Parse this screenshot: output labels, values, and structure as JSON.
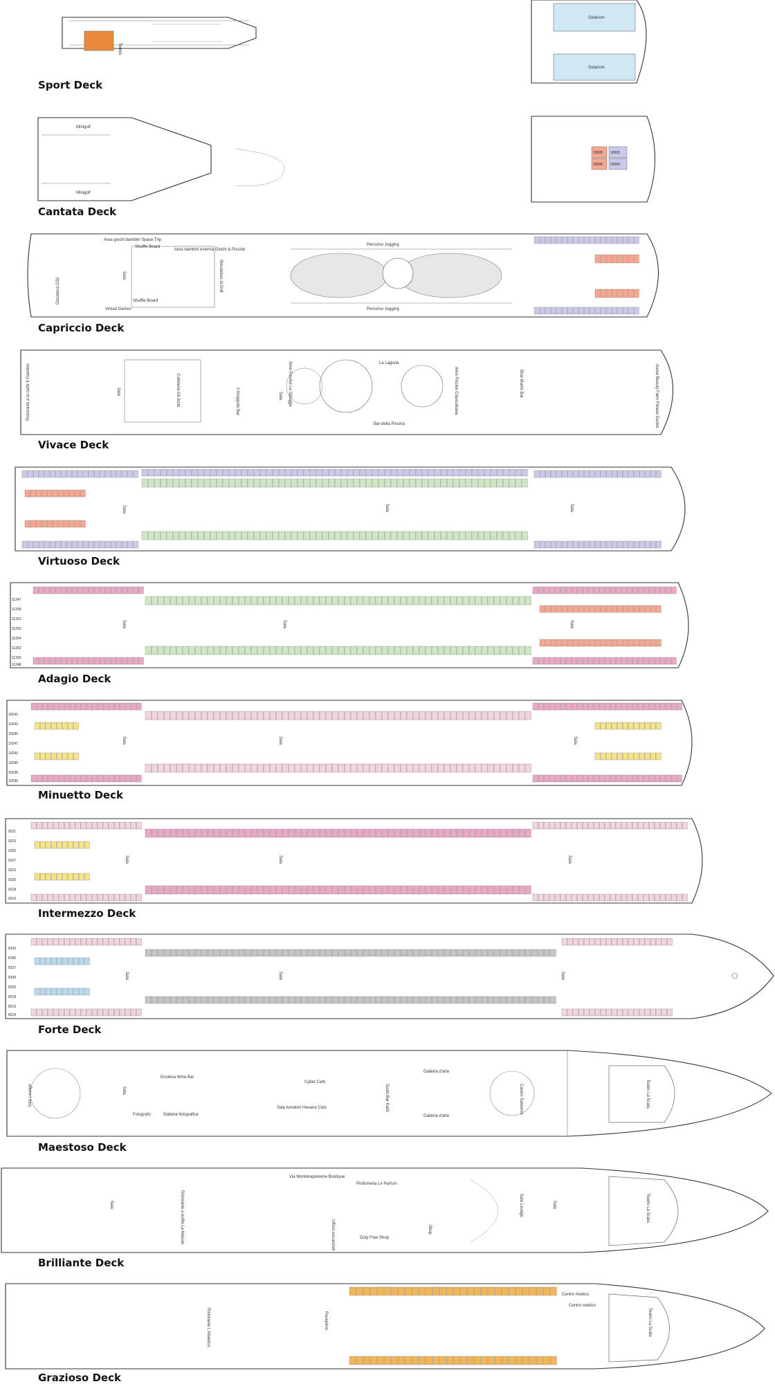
{
  "colors": {
    "hull_stroke": "#333333",
    "balcony_cabin": "#f2d3e0",
    "balcony_cabin_dark": "#e9a8c4",
    "oceanview_cabin": "#cfe7c5",
    "suite_cabin": "#f4a890",
    "inside_cabin": "#f5e38c",
    "aurea_suite": "#b4e0d3",
    "lavender_cabin": "#c9c9ea",
    "blue_inside": "#b9d9ef",
    "gray_cabin": "#c4c4c4",
    "orange_cabin": "#f0b65b",
    "solarium_blue": "#cfe8f4",
    "tennis_court": "#e98a3c"
  },
  "decks": [
    {
      "name": "Sport Deck",
      "labels": [
        "Tennis",
        "Solarium",
        "Solarium"
      ]
    },
    {
      "name": "Cantata Deck",
      "labels": [
        "Minigolf",
        "Minigolf",
        "15003",
        "15004",
        "15005",
        "15006"
      ]
    },
    {
      "name": "Capriccio Deck",
      "labels": [
        "Discoteca G32",
        "Area giochi bambini Space Trip",
        "Shuffle Board",
        "Shuffle Board",
        "Area bambini esterna Giochi & Piscine",
        "Simulatore di Golf",
        "Virtual Games",
        "Sala",
        "Percorso Jogging",
        "Percorso Jogging"
      ]
    },
    {
      "name": "Vivace Deck",
      "labels": [
        "Ristorante a la carte Il Giardino",
        "Sala",
        "Cafeteria Gli Archi",
        "Sala",
        "Il Grappolo Bar",
        "La Laguna",
        "Bar della Piscina",
        "Area Piscina Copacabana",
        "Area Piscina Le Spiagge",
        "Blue Marlin Bar",
        "Aurea Beauty Farm Fitness Centre"
      ]
    },
    {
      "name": "Virtuoso Deck",
      "labels": [
        "Sala",
        "Sala",
        "Sala"
      ]
    },
    {
      "name": "Adagio Deck",
      "labels": [
        "11247",
        "11249",
        "11251",
        "11253",
        "11254",
        "11252",
        "11250",
        "11248",
        "Sala",
        "Sala",
        "Sala"
      ]
    },
    {
      "name": "Minuetto Deck",
      "labels": [
        "10241",
        "10243",
        "10245",
        "10247",
        "10242",
        "10240",
        "10238",
        "10236",
        "Sala",
        "Sala",
        "Sala"
      ]
    },
    {
      "name": "Intermezzo Deck",
      "labels": [
        "9221",
        "9223",
        "9225",
        "9227",
        "9222",
        "9220",
        "9218",
        "9216",
        "Sala",
        "Sala",
        "Sala"
      ]
    },
    {
      "name": "Forte Deck",
      "labels": [
        "8193",
        "8195",
        "8197",
        "8199",
        "8220",
        "8218",
        "8216",
        "8214",
        "Sala",
        "Sala",
        "Sala"
      ]
    },
    {
      "name": "Maestoso Deck",
      "labels": [
        "Sala Lounge",
        "Sala",
        "Enoteca Wine Bar",
        "Fotografo",
        "Galleria fotografica",
        "Cyber Cafe",
        "Sala fumatori Havana Club",
        "Sushi Bar Kaito",
        "Galleria d'arte",
        "Galleria d'arte",
        "Casino Sanremo",
        "Teatro La Scala"
      ]
    },
    {
      "name": "Brilliante Deck",
      "labels": [
        "Sala",
        "Ristorante a buffet La Maison",
        "Via Montenapoleone Boutique",
        "Profumeria Le Parfum",
        "Ufficio escursioni",
        "Duty Free Shop",
        "Shop",
        "Sala",
        "Teatro La Scala",
        "Sala Lounge"
      ]
    },
    {
      "name": "Grazioso Deck",
      "labels": [
        "Ristorante L'Atlantico",
        "Centro medico",
        "Centro medico",
        "Reception",
        "Teatro La Scala"
      ]
    }
  ]
}
